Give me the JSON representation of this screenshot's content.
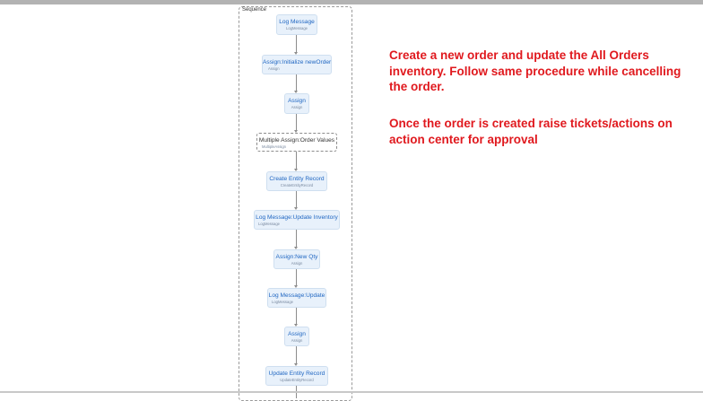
{
  "sequence": {
    "label": "Sequence",
    "activities": [
      {
        "title": "Log Message",
        "subtitle": "LogMessage"
      },
      {
        "title": "Assign:Initialize newOrder",
        "subtitle": "Assign"
      },
      {
        "title": "Assign",
        "subtitle": "Assign"
      },
      {
        "title": "Multiple Assign:Order Values",
        "subtitle": "MultipleAssign"
      },
      {
        "title": "Create Entity Record",
        "subtitle": "CreateEntityRecord"
      },
      {
        "title": "Log Message:Update Inventory",
        "subtitle": "LogMessage"
      },
      {
        "title": "Assign:New Qty",
        "subtitle": "Assign"
      },
      {
        "title": "Log Message:Update",
        "subtitle": "LogMessage"
      },
      {
        "title": "Assign",
        "subtitle": "Assign"
      },
      {
        "title": "Update Entity Record",
        "subtitle": "UpdateEntityRecord"
      }
    ]
  },
  "notes": {
    "paragraph1": "Create a new order and update the All Orders inventory. Follow same procedure while cancelling the order.",
    "paragraph2": "Once the order is created raise tickets/actions on action center for approval",
    "color": "#e0191e"
  }
}
